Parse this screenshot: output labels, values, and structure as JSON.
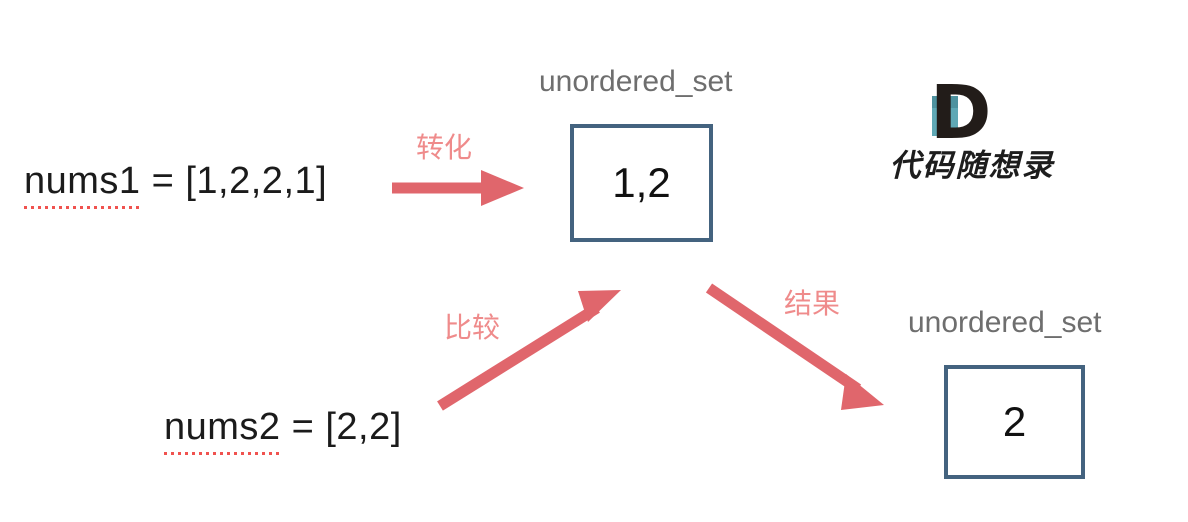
{
  "diagram": {
    "title": "unordered_set intersection diagram",
    "background_color": "#ffffff",
    "accent_arrow_color": "#e0666c",
    "accent_label_color": "#ef8b8b",
    "box_border_color": "#44637f",
    "caption_color": "#6e6e6e",
    "spellcheck_underline_color": "#f0524f"
  },
  "inputs": [
    {
      "id": "nums1",
      "variable": "nums1",
      "assign": " = [1,2,2,1]",
      "full_text": "nums1 = [1,2,2,1]"
    },
    {
      "id": "nums2",
      "variable": "nums2",
      "assign": " = [2,2]",
      "full_text": "nums2 = [2,2]"
    }
  ],
  "sets": [
    {
      "id": "set1",
      "caption": "unordered_set",
      "value": "1,2"
    },
    {
      "id": "set2",
      "caption": "unordered_set",
      "value": "2"
    }
  ],
  "arrows": [
    {
      "id": "convert",
      "label": "转化",
      "direction": "right",
      "from": "nums1",
      "to": "set1"
    },
    {
      "id": "compare",
      "label": "比较",
      "direction": "up-right",
      "from": "nums2",
      "to": "set1"
    },
    {
      "id": "result",
      "label": "结果",
      "direction": "down-right",
      "from": "set1",
      "to": "set2"
    }
  ],
  "logo": {
    "mark": "D",
    "text": "代码随想录",
    "mark_color": "#221c19",
    "accent_color": "#5fa8b5"
  }
}
